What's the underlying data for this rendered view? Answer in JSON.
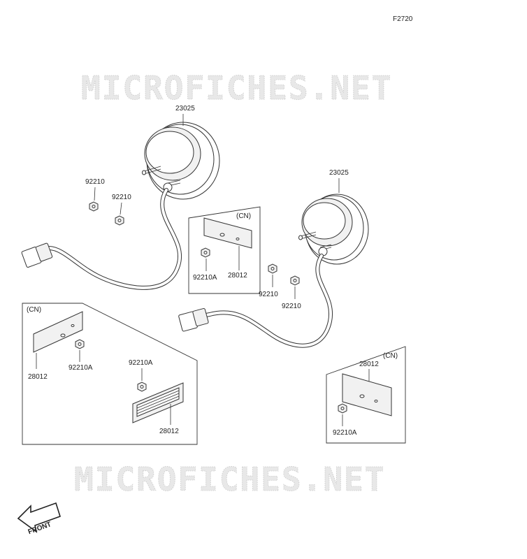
{
  "figure_id": "F2720",
  "watermark": "MICROFICHES.NET",
  "front_label": "FRONT",
  "cn_label": "(CN)",
  "parts": {
    "lamp": "23025",
    "nut": "92210",
    "nut_a": "92210A",
    "reflector": "28012"
  }
}
